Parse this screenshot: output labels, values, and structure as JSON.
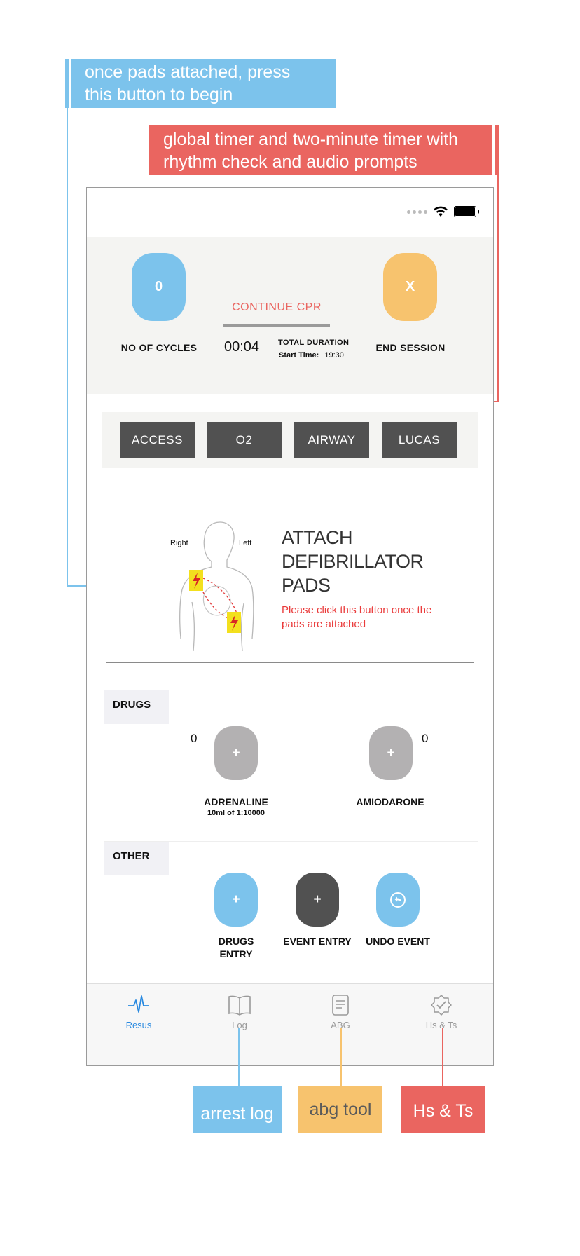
{
  "annotations": {
    "pads_callout": "once pads attached, press this button to begin",
    "timer_callout": "global timer and two-minute timer with rhythm check and audio prompts",
    "log_callout": "arrest log",
    "abg_callout": "abg tool",
    "hsts_callout": "Hs & Ts"
  },
  "header": {
    "cycles_value": "0",
    "cycles_label": "NO OF CYCLES",
    "cpr_label": "CONTINUE CPR",
    "timer_value": "00:04",
    "total_duration_label": "TOTAL DURATION",
    "start_time_label": "Start Time:",
    "start_time_value": "19:30",
    "end_value": "X",
    "end_label": "END SESSION"
  },
  "quick_actions": [
    "ACCESS",
    "O2",
    "AIRWAY",
    "LUCAS"
  ],
  "defib": {
    "title_line1": "ATTACH",
    "title_line2": "DEFIBRILLATOR",
    "title_line3": "PADS",
    "instruction": "Please click this button once the pads are attached",
    "right_label": "Right",
    "left_label": "Left"
  },
  "drugs": {
    "section_label": "DRUGS",
    "items": [
      {
        "count": "0",
        "button": "+",
        "name": "ADRENALINE",
        "dose": "10ml of 1:10000"
      },
      {
        "count": "0",
        "button": "+",
        "name": "AMIODARONE",
        "dose": ""
      }
    ]
  },
  "other": {
    "section_label": "OTHER",
    "items": [
      {
        "button": "+",
        "label": "DRUGS ENTRY"
      },
      {
        "button": "+",
        "label": "EVENT ENTRY"
      },
      {
        "button": "",
        "label": "UNDO EVENT"
      }
    ]
  },
  "tabs": [
    {
      "label": "Resus",
      "icon": "heartbeat-icon",
      "active": true
    },
    {
      "label": "Log",
      "icon": "book-icon",
      "active": false
    },
    {
      "label": "ABG",
      "icon": "document-icon",
      "active": false
    },
    {
      "label": "Hs & Ts",
      "icon": "checkmark-badge-icon",
      "active": false
    }
  ],
  "colors": {
    "blue": "#7cc3ec",
    "red": "#ea6560",
    "orange": "#f7c36e",
    "dark_button": "#515151",
    "grey_button": "#b3b1b2",
    "active_tab": "#2a8ae0"
  }
}
